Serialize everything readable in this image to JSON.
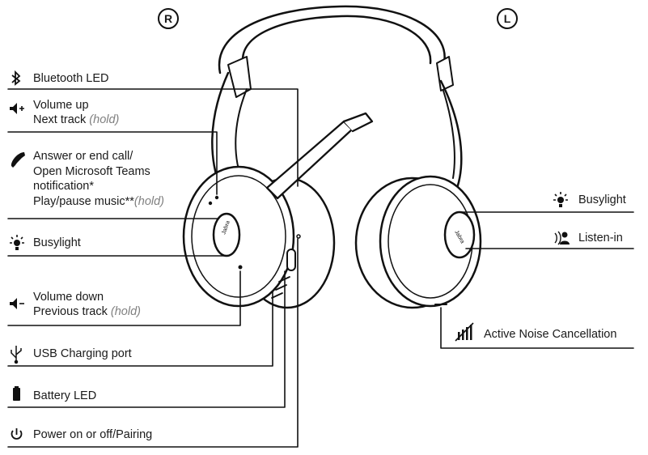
{
  "sides": {
    "right": "R",
    "left": "L"
  },
  "brand": "Jabra",
  "labels": {
    "bluetooth_led": "Bluetooth LED",
    "volume_up": "Volume up",
    "next_track": "Next track",
    "hold": "(hold)",
    "answer_line1": "Answer or end call/",
    "answer_line2": "Open Microsoft Teams",
    "answer_line3": "notification*",
    "answer_line4": "Play/pause music**",
    "busylight": "Busylight",
    "volume_down": "Volume down",
    "previous_track": "Previous track",
    "usb_port": "USB Charging port",
    "battery_led": "Battery LED",
    "power": "Power on or off/Pairing",
    "listen_in": "Listen-in",
    "anc": "Active Noise Cancellation"
  },
  "icons": {
    "bluetooth": "bluetooth-icon",
    "volume_up": "volume-up-icon",
    "phone": "phone-icon",
    "busylight": "busylight-icon",
    "volume_down": "volume-down-icon",
    "usb": "usb-icon",
    "battery": "battery-icon",
    "power": "power-icon",
    "listen_in": "listen-in-icon",
    "anc": "anc-icon"
  }
}
